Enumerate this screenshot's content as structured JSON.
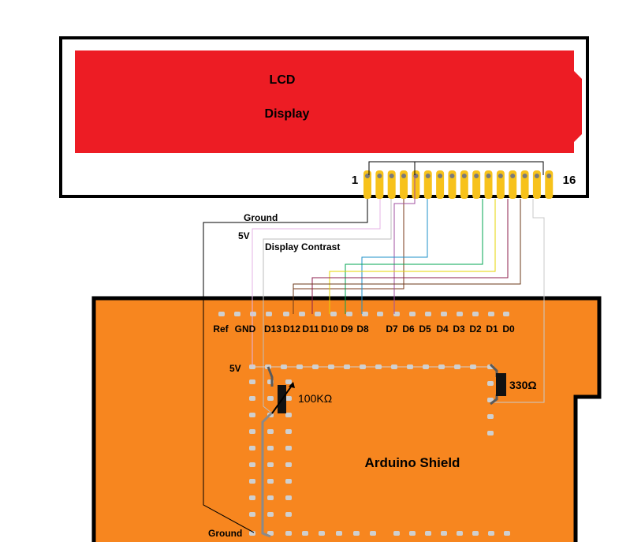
{
  "lcd": {
    "title_line1": "LCD",
    "title_line2": "Display",
    "pin_first": "1",
    "pin_last": "16",
    "pin_count": 16,
    "screen_color": "#ED1C24",
    "pin_color": "#F7C21B"
  },
  "wires": {
    "ground": "Ground",
    "vcc": "5V",
    "contrast": "Display Contrast",
    "colors": {
      "ground": "#000000",
      "vcc": "#E6B3E6",
      "contrast": "#C8C8C8",
      "d12": "#7A3A1A",
      "d11": "#8E1F6E",
      "d10": "#DADA00",
      "d9": "#00A550",
      "d8": "#1E90C8",
      "d7": "#A050A0",
      "led_anode": "#C9C9C9"
    }
  },
  "shield": {
    "title": "Arduino Shield",
    "color": "#F7861F",
    "headers": [
      "Ref",
      "GND",
      "D13",
      "D12",
      "D11",
      "D10",
      "D9",
      "D8",
      "D7",
      "D6",
      "D5",
      "D4",
      "D3",
      "D2",
      "D1",
      "D0"
    ],
    "rail_5v": "5V",
    "rail_ground": "Ground",
    "potentiometer": "100KΩ",
    "resistor": "330Ω"
  }
}
